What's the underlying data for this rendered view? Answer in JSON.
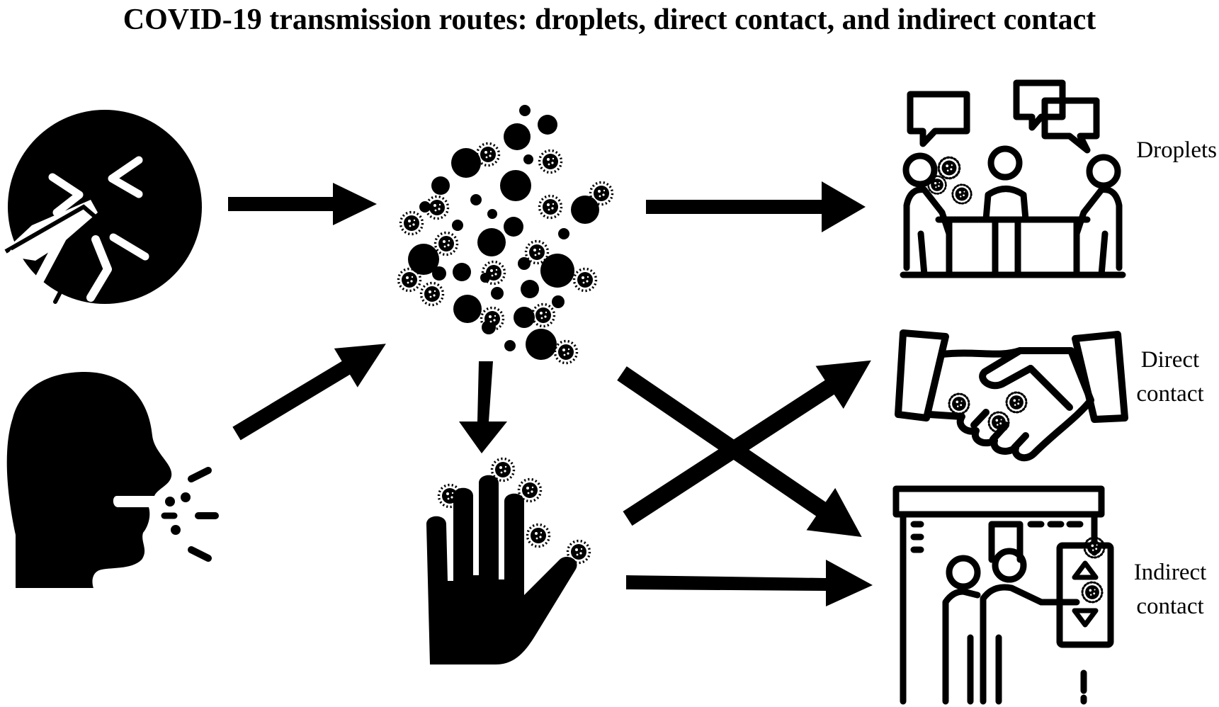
{
  "title": "COVID-19 transmission routes: droplets, direct contact, and indirect contact",
  "nodes": {
    "sneeze": {
      "icon": "sneezing-face-icon"
    },
    "breath": {
      "icon": "exhaling-head-icon"
    },
    "droplet_cloud": {
      "icon": "droplet-cloud-icon"
    },
    "hand": {
      "icon": "contaminated-hand-icon"
    },
    "droplets": {
      "icon": "meeting-table-icon",
      "label": "Droplets"
    },
    "direct": {
      "icon": "handshake-icon",
      "label_line1": "Direct",
      "label_line2": "contact"
    },
    "indirect": {
      "icon": "elevator-icon",
      "label_line1": "Indirect",
      "label_line2": "contact"
    }
  },
  "colors": {
    "ink": "#000000",
    "background": "#ffffff"
  }
}
